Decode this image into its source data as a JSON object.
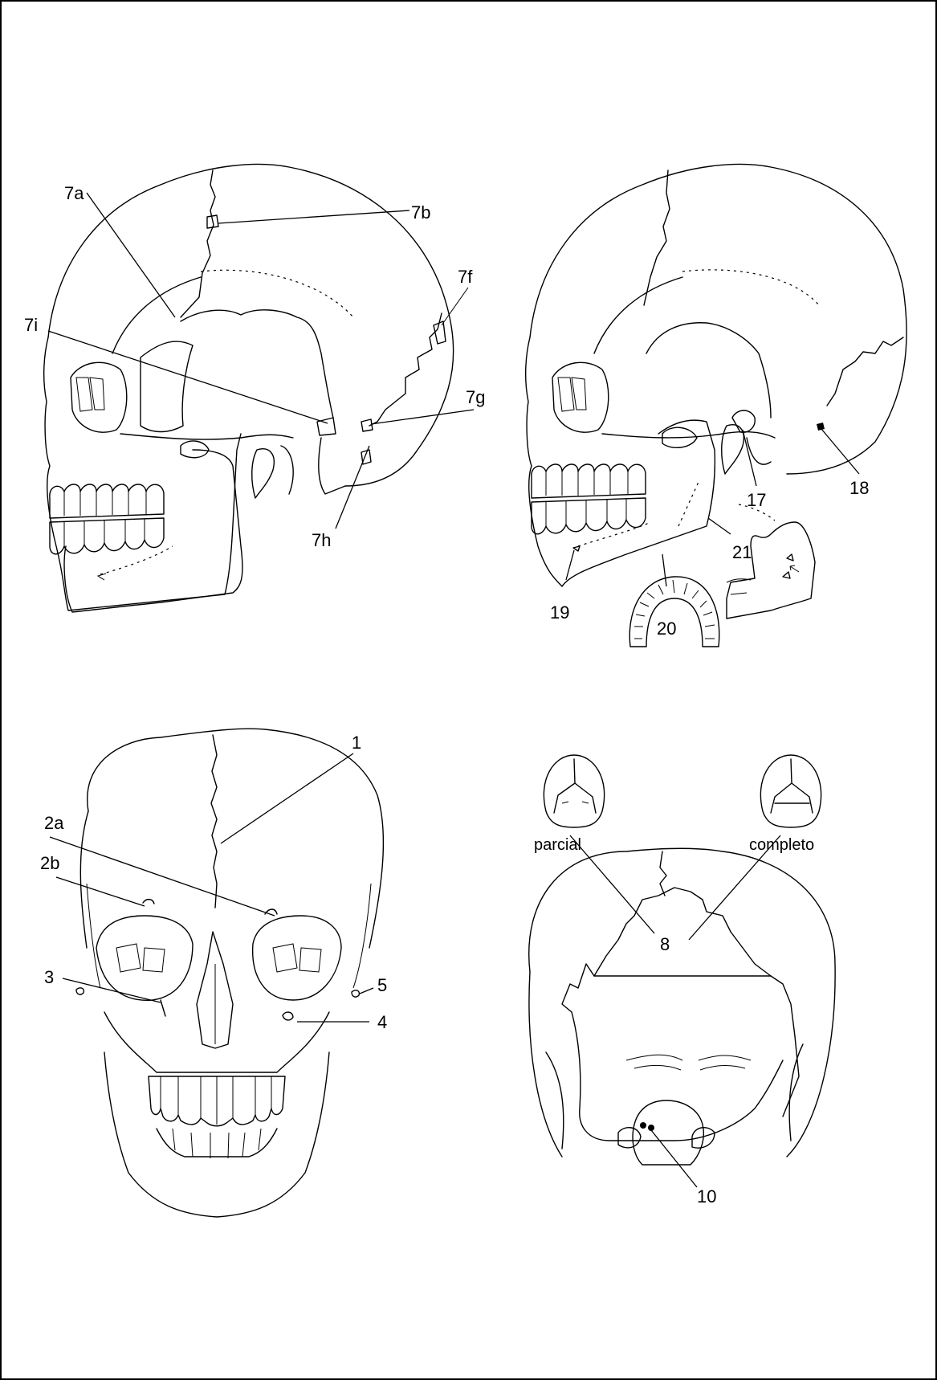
{
  "colors": {
    "line": "#000000",
    "background": "#ffffff"
  },
  "lateral_left_labels": {
    "a7a": "7a",
    "a7b": "7b",
    "a7f": "7f",
    "a7i": "7i",
    "a7g": "7g",
    "a7h": "7h"
  },
  "lateral_right_labels": {
    "l17": "17",
    "l18": "18",
    "l19": "19",
    "l20": "20",
    "l21": "21"
  },
  "frontal_labels": {
    "l1": "1",
    "l2a": "2a",
    "l2b": "2b",
    "l3": "3",
    "l4": "4",
    "l5": "5"
  },
  "posterior_labels": {
    "parcial": "parcial",
    "completo": "completo",
    "l8": "8",
    "l10": "10"
  }
}
